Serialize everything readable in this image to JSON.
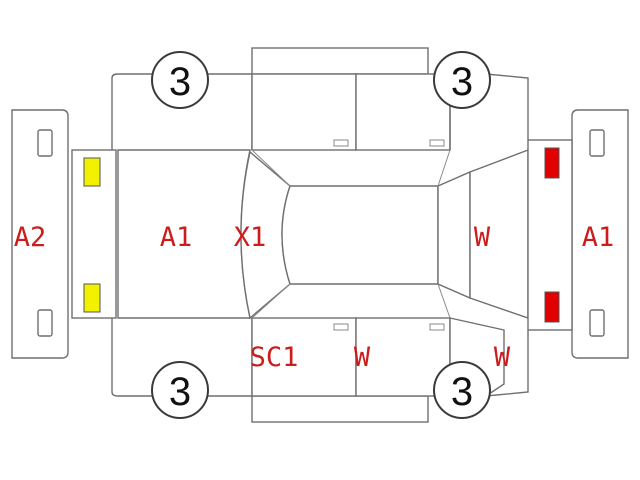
{
  "colors": {
    "outline": "#6f6f6f",
    "damage_code": "#cc1c1c",
    "front_lamp": "#f2f200",
    "rear_lamp": "#e00000",
    "wheel_number": "#111111"
  },
  "wheels": {
    "front_left": "3",
    "rear_left": "3",
    "front_right": "3",
    "rear_right": "3"
  },
  "codes": {
    "front_bumper": "A2",
    "hood": "A1",
    "windshield": "X1",
    "rear_glass": "W",
    "rear_bumper": "A1",
    "left_side_sill": "SC1",
    "left_rear_door": "W",
    "left_rear_quarter": "W"
  }
}
